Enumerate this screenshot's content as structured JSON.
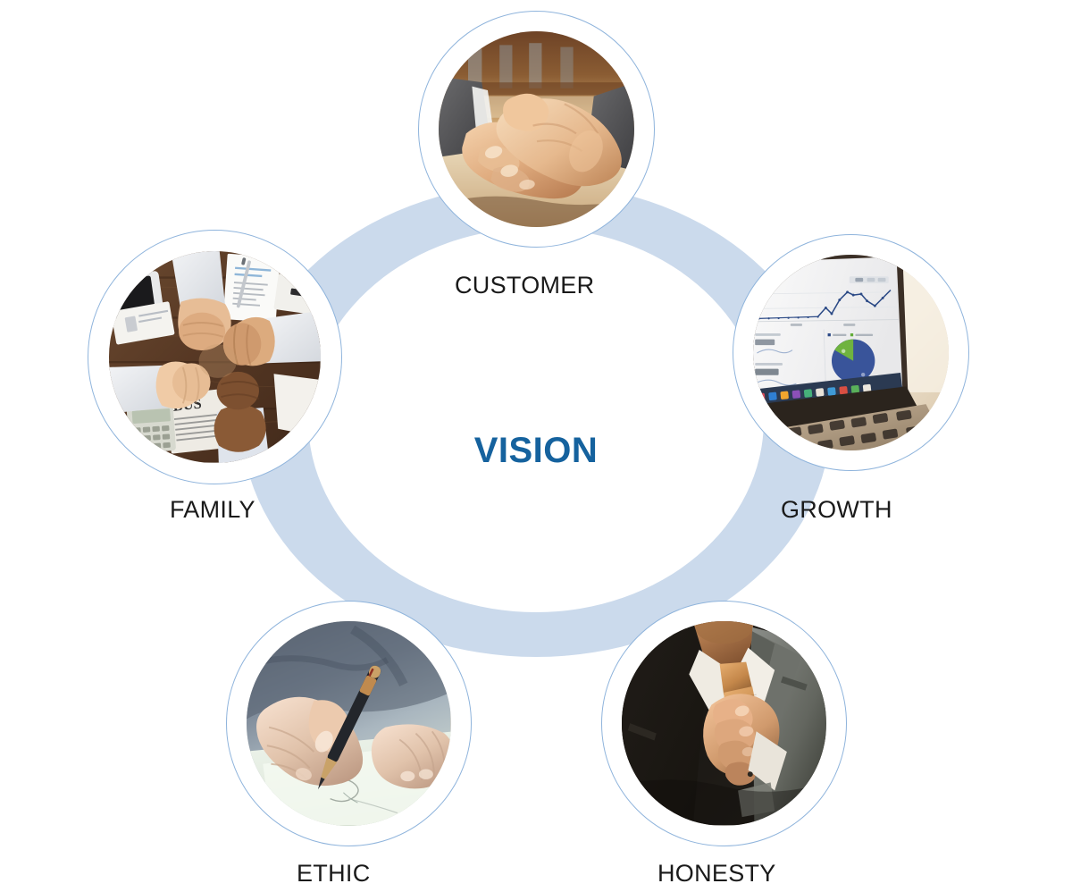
{
  "diagram": {
    "type": "hub-and-spoke circular values diagram",
    "center": {
      "label": "VISION",
      "color": "#15629e"
    },
    "ring": {
      "color": "#cbdaec",
      "inner_fill": "#ffffff",
      "node_outline_color": "#8fb4dc"
    },
    "nodes": [
      {
        "id": "customer",
        "label": "CUSTOMER",
        "position": "top",
        "image": "handshake-photo",
        "image_description": "Two businessmen in suits shaking hands, warm blurred office background"
      },
      {
        "id": "growth",
        "label": "GROWTH",
        "position": "right",
        "image": "laptop-analytics-photo",
        "image_description": "Laptop screen displaying an analytics dashboard with a navy line chart and a blue and green pie chart"
      },
      {
        "id": "family",
        "label": "FAMILY",
        "position": "left",
        "image": "fist-bump-team-photo",
        "image_description": "Four hands fist bumping over a wooden desk with business papers, a calculator and a tablet"
      },
      {
        "id": "ethic",
        "label": "ETHIC",
        "position": "bottom-left",
        "image": "signing-document-photo",
        "image_description": "A hand holding a pen signing a document on a pale desk, cool teal tones"
      },
      {
        "id": "honesty",
        "label": "HONESTY",
        "position": "bottom-right",
        "image": "businessman-necktie-photo",
        "image_description": "Businessman in a dark suit adjusting a tan necktie, dramatic dark lighting"
      }
    ]
  }
}
